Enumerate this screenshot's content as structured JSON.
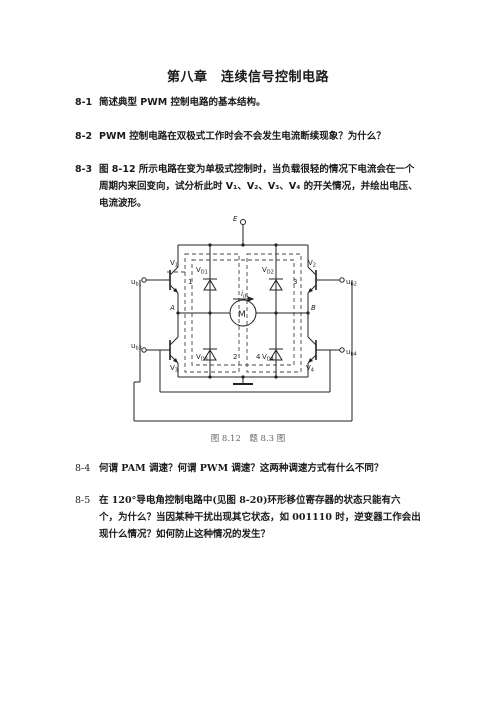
{
  "title": "第八章　连续信号控制电路",
  "questions": [
    {
      "num": "8-1",
      "lines": [
        "简述典型 PWM 控制电路的基本结构。"
      ]
    },
    {
      "num": "8-2",
      "lines": [
        "PWM 控制电路在双极式工作时会不会发生电流断续现象？为什么？"
      ]
    },
    {
      "num": "8-3",
      "lines": [
        "图 8-12 所示电路在变为单极式控制时，当负载很轻的情况下电流会在一个",
        "周期内来回变向，试分析此时 V₁、V₂、V₃、V₄ 的开关情况，并绘出电压、",
        "电流波形。"
      ]
    },
    {
      "num": "8-4",
      "lines": [
        "何谓 PAM 调速？何谓 PWM 调速？这两种调速方式有什么不同？"
      ]
    },
    {
      "num": "8-5",
      "lines": [
        "在 120°导电角控制电路中(见图 8-20)环形移位寄存器的状态只能有六",
        "个，为什么？当因某种干扰出现其它状态，如 001110 时，逆变器工作会出",
        "现什么情况？如何防止这种情况的发生？"
      ]
    }
  ],
  "figure": {
    "caption": "图 8.12　题 8.3 图",
    "labels": {
      "E": "E",
      "A": "A",
      "B": "B",
      "M": "M",
      "id": "i",
      "id_sub": "d",
      "V1": "V",
      "V1s": "1",
      "V2": "V",
      "V2s": "2",
      "V3": "V",
      "V3s": "3",
      "V4": "V",
      "V4s": "4",
      "VD1": "V",
      "VD1s": "D1",
      "VD2": "V",
      "VD2s": "D2",
      "VD3": "V",
      "VD3s": "D3",
      "VD4": "V",
      "VD4s": "D4",
      "ub1": "u",
      "ub1s": "b1",
      "ub2": "u",
      "ub2s": "b2",
      "ub3": "u",
      "ub3s": "b3",
      "ub4": "u",
      "ub4s": "b4",
      "n1": "1",
      "n2": "2",
      "n3": "3",
      "n4": "4"
    }
  }
}
